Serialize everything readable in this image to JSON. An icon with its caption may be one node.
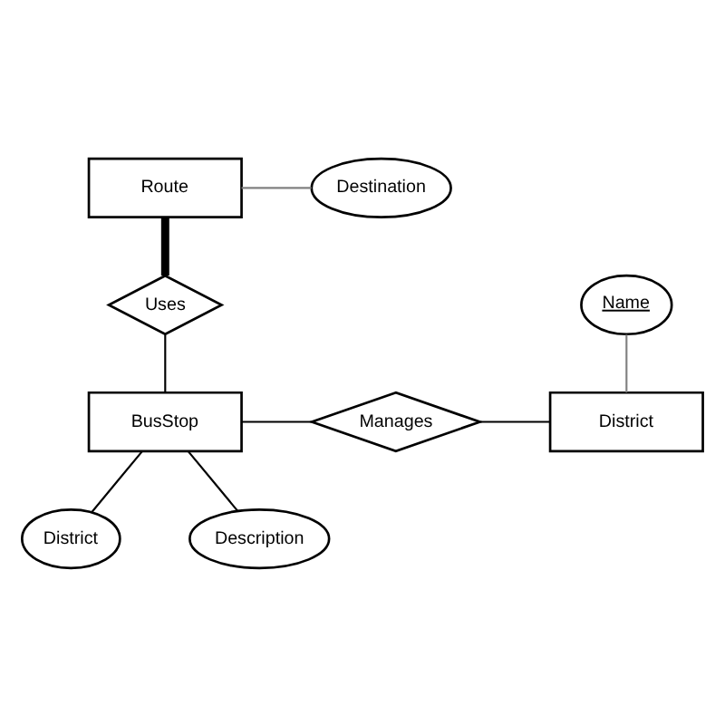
{
  "diagram": {
    "nodes": [
      {
        "text": [
          "Route"
        ]
      },
      {
        "text": [
          "Destination"
        ]
      },
      {
        "text": [
          "Uses"
        ]
      },
      {
        "text": [
          "BusStop"
        ]
      },
      {
        "text": [
          "Manages"
        ]
      },
      {
        "text": [
          "Name"
        ]
      },
      {
        "text": [
          "District"
        ]
      },
      {
        "text": [
          "District"
        ]
      },
      {
        "text": [
          "Description"
        ]
      }
    ],
    "edges": [
      {
        "from": 0,
        "to": 1,
        "arrow": "none",
        "color": "#808080"
      },
      {
        "from": 0,
        "to": 2,
        "arrow": "none",
        "style": "thick"
      },
      {
        "from": 2,
        "to": 3,
        "arrow": "none"
      },
      {
        "from": 3,
        "to": 4,
        "arrow": "none"
      },
      {
        "from": 4,
        "to": 6,
        "arrow": "none"
      },
      {
        "from": 5,
        "to": 6,
        "arrow": "none",
        "color": "#808080"
      },
      {
        "from": 3,
        "to": 7,
        "arrow": "none"
      },
      {
        "from": 3,
        "to": 8,
        "arrow": "none"
      }
    ]
  }
}
